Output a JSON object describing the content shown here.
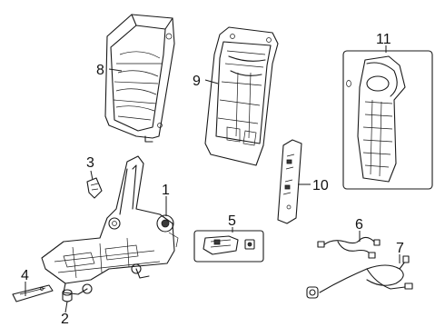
{
  "diagram": {
    "callouts": [
      "1",
      "2",
      "3",
      "4",
      "5",
      "6",
      "7",
      "8",
      "9",
      "10",
      "11"
    ]
  }
}
